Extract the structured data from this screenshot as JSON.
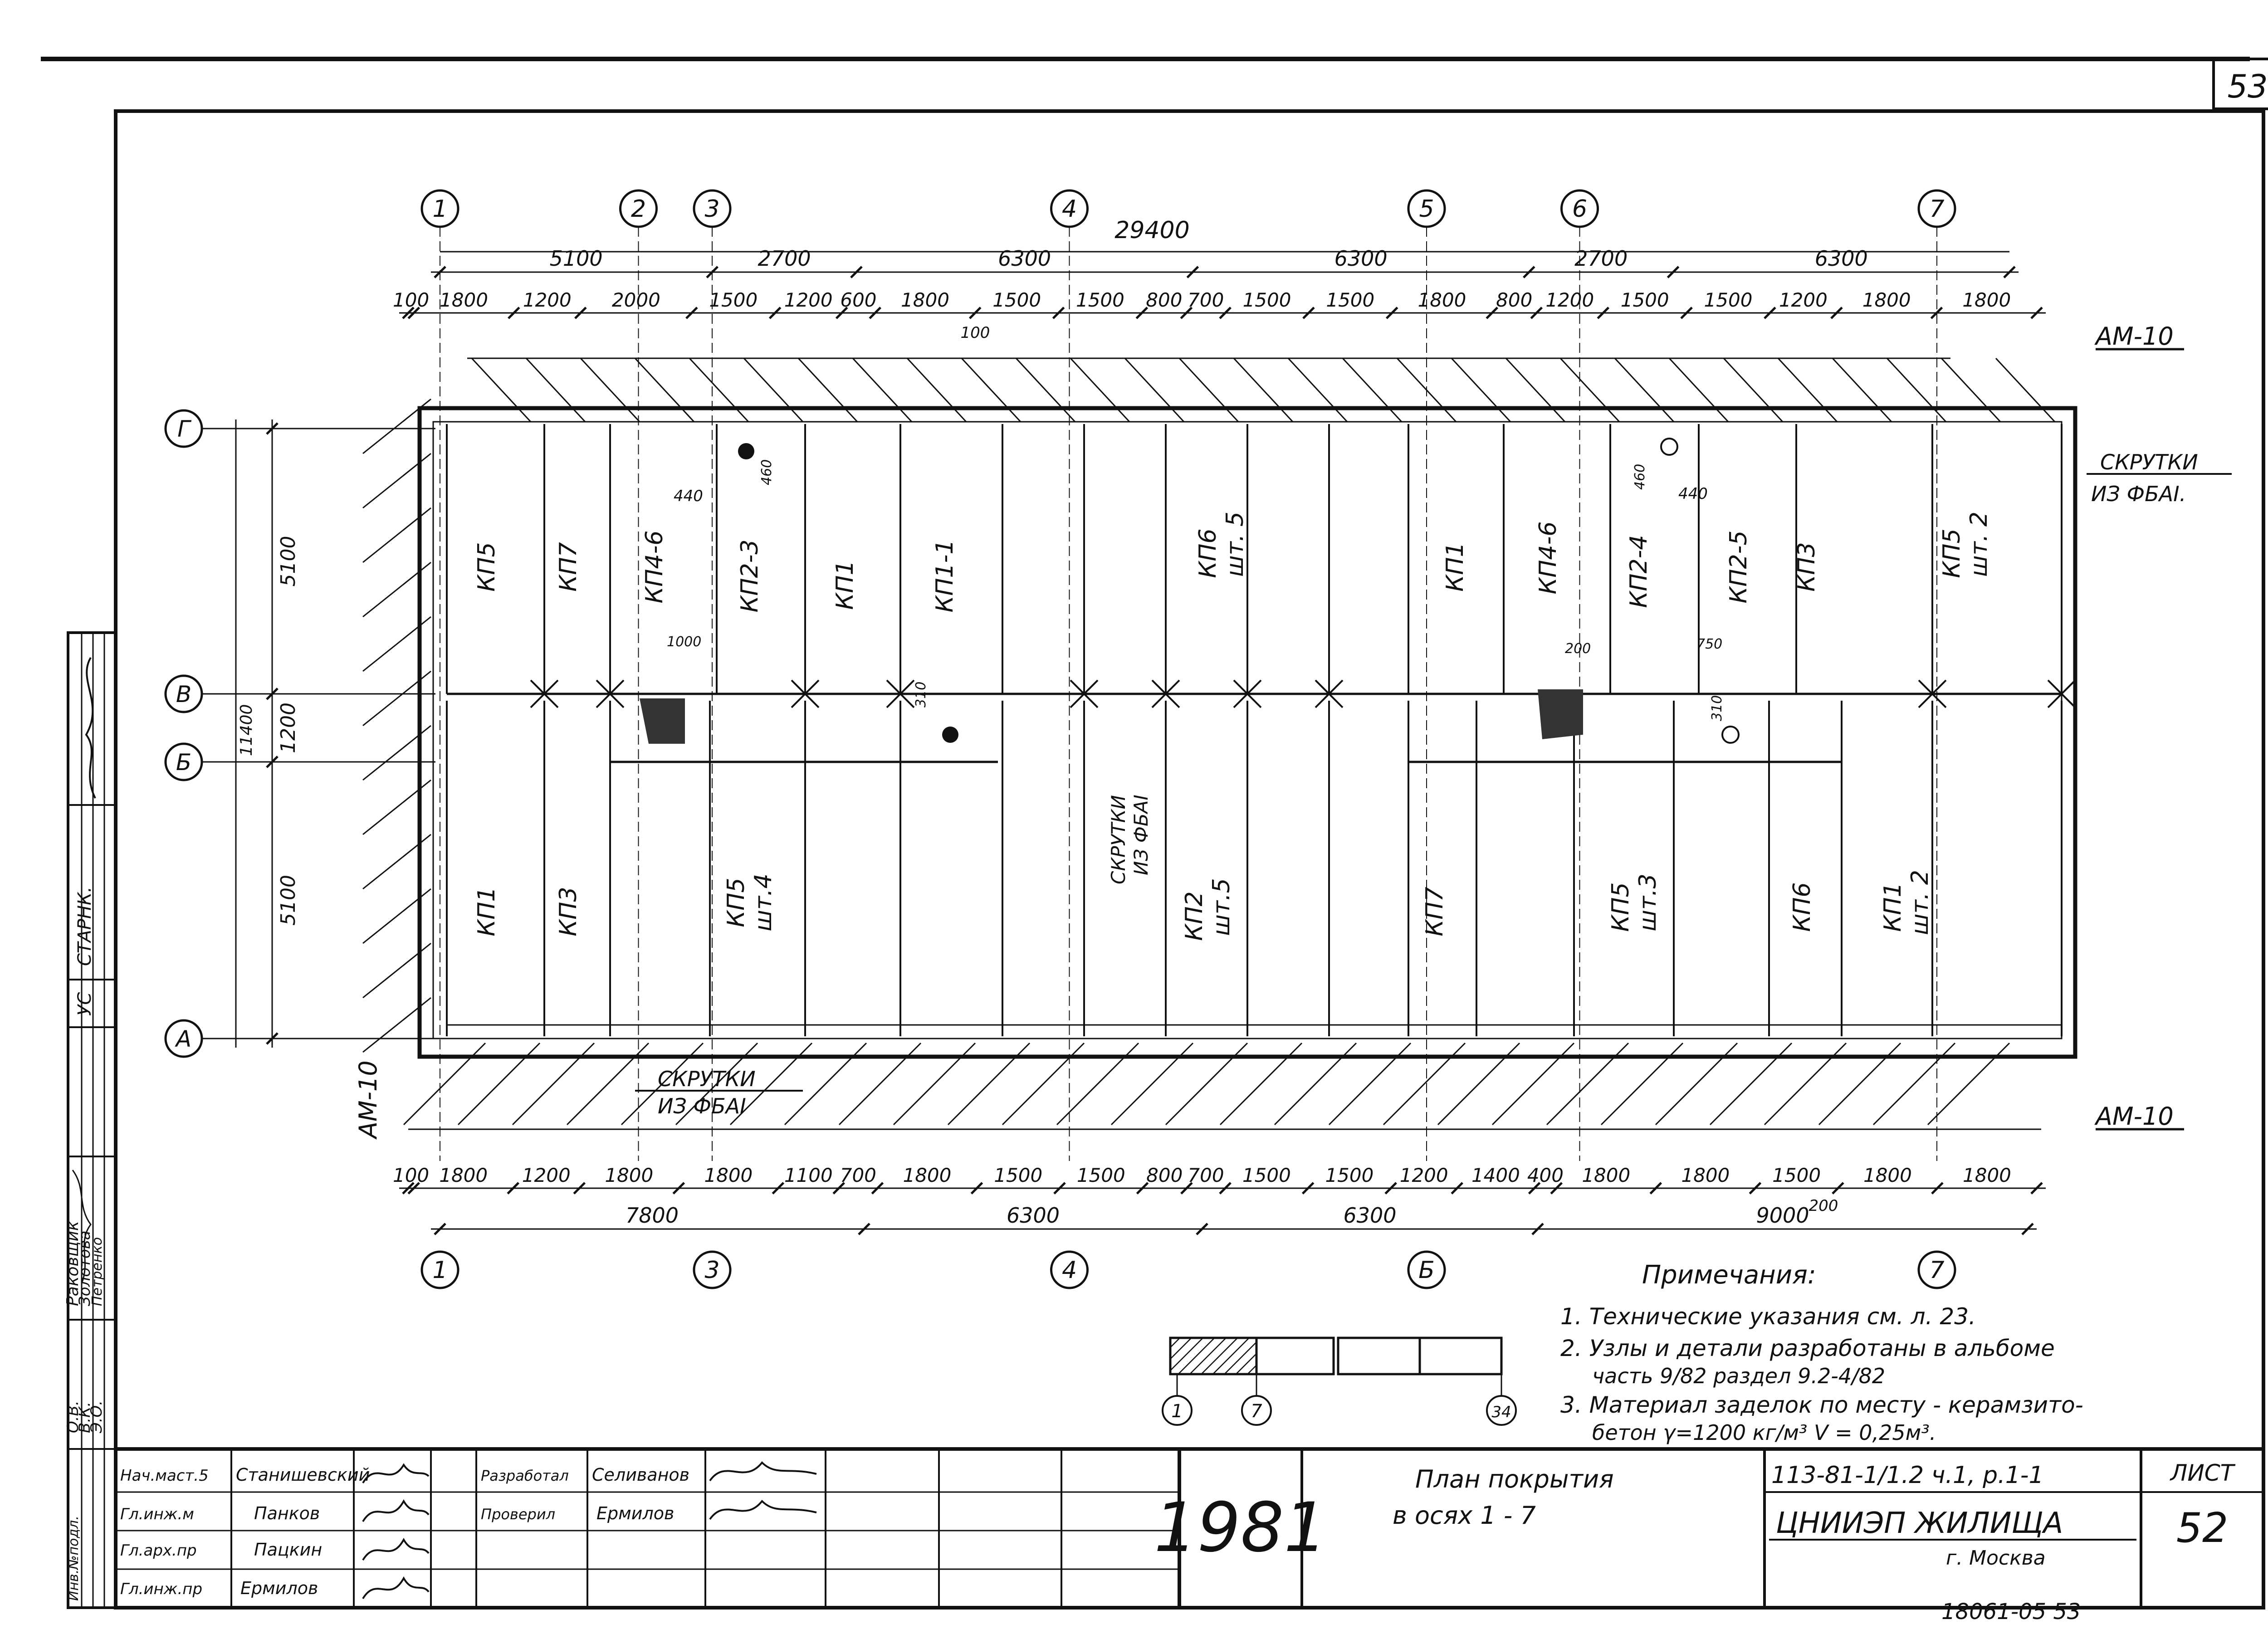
{
  "sheet_page": "53",
  "total_dim": "29400",
  "axes": {
    "top": [
      {
        "label": "1",
        "x": 3.0
      },
      {
        "label": "2",
        "x": 6.5
      },
      {
        "label": "3",
        "x": 7.8
      },
      {
        "label": "4",
        "x": 14.1
      },
      {
        "label": "5",
        "x": 20.4
      },
      {
        "label": "6",
        "x": 23.1
      },
      {
        "label": "7",
        "x": 29.4
      }
    ],
    "bottom": [
      {
        "label": "1",
        "x": 3.0
      },
      {
        "label": "3",
        "x": 7.8
      },
      {
        "label": "4",
        "x": 14.1
      },
      {
        "label": "Б",
        "x": 20.4
      },
      {
        "label": "7",
        "x": 29.4
      }
    ],
    "rows": [
      "Г",
      "В",
      "Б",
      "А"
    ]
  },
  "top_dims_1": [
    "5100",
    "2700",
    "6300",
    "6300",
    "2700",
    "6300"
  ],
  "top_dims_2": [
    "100",
    "1800",
    "1200",
    "2000",
    "1500",
    "1200",
    "600",
    "1800",
    "1500",
    "1500",
    "800",
    "700",
    "1500",
    "1500",
    "1800",
    "800",
    "1200",
    "1500",
    "1500",
    "1200",
    "1800",
    "1800"
  ],
  "top_dim_extra": "100",
  "bottom_dims_1": [
    "7800",
    "6300",
    "6300",
    "9000"
  ],
  "bottom_dims_2": [
    "100",
    "1800",
    "1200",
    "1800",
    "1800",
    "1100",
    "700",
    "1800",
    "1500",
    "1500",
    "800",
    "700",
    "1500",
    "1500",
    "1200",
    "1400",
    "400",
    "1800",
    "1800",
    "1500",
    "1800",
    "1800"
  ],
  "bottom_dim_extra": "200",
  "left_dims": [
    "5100",
    "1200",
    "5100"
  ],
  "left_dim_small": "11400",
  "marks": {
    "am_top": "АМ-10",
    "am_bottom": "АМ-10",
    "am_left": "АМ-10",
    "skrutki_top": [
      "СКРУТКИ",
      "ИЗ ФБАI."
    ],
    "skrutki_bottom": [
      "СКРУТКИ",
      "ИЗ ФБАI"
    ],
    "skrutki_mid": [
      "СКРУТКИ",
      "ИЗ ФБАI"
    ]
  },
  "panels_upper": [
    "КП5",
    "КП7",
    "КП4-6",
    "КП2-3",
    "КП1",
    "КП1-1",
    "КП6",
    "шт. 5",
    "КП1",
    "КП4-6",
    "КП2-4",
    "КП2-5",
    "КП3",
    "КП5",
    "шт. 2"
  ],
  "panels_lower": [
    "КП1",
    "КП3",
    "КП5",
    "шт.4",
    "КП2",
    "шт.5",
    "КП7",
    "КП5",
    "шт.3",
    "КП6",
    "КП1",
    "шт. 2"
  ],
  "small_dims": [
    "440",
    "460",
    "1000",
    "310",
    "200",
    "750",
    "310",
    "440",
    "460"
  ],
  "notes": {
    "title": "Примечания:",
    "items": [
      "1. Технические указания см. л. 23.",
      "2. Узлы и детали разработаны в альбоме",
      "часть 9/82 раздел 9.2-4/82",
      "3. Материал заделок по месту - керамзито-",
      "бетон γ=1200 кг/м³  V = 0,25м³."
    ]
  },
  "sheet_key": [
    "1",
    "7",
    "34"
  ],
  "title_block": {
    "roles": [
      "Нач.маст.5",
      "Гл.инж.м",
      "Гл.арх.пр",
      "Гл.инж.пр"
    ],
    "names": [
      "Станишевский",
      "Панков",
      "Пацкин",
      "Ермилов"
    ],
    "roles2": [
      "Разработал",
      "Проверил"
    ],
    "names2": [
      "Селиванов",
      "Ермилов"
    ],
    "year": "1981",
    "title_line1": "План покрытия",
    "title_line2": "в осях 1 - 7",
    "code": "113-81-1/1.2  ч.1, р.1-1",
    "org": "ЦНИИЭП ЖИЛИЩА",
    "city": "г. Москва",
    "sheet_label": "ЛИСТ",
    "sheet_no": "52",
    "stamp": "18061-05   53"
  },
  "side_stamp": {
    "roles": [
      "СТАРНК.",
      "УС"
    ],
    "names": [
      "Раковщик",
      "Золотова",
      "Петренко"
    ],
    "initials": [
      "О.В.",
      "В.К.",
      "Э.О."
    ],
    "inv": "Инв.№подл."
  }
}
